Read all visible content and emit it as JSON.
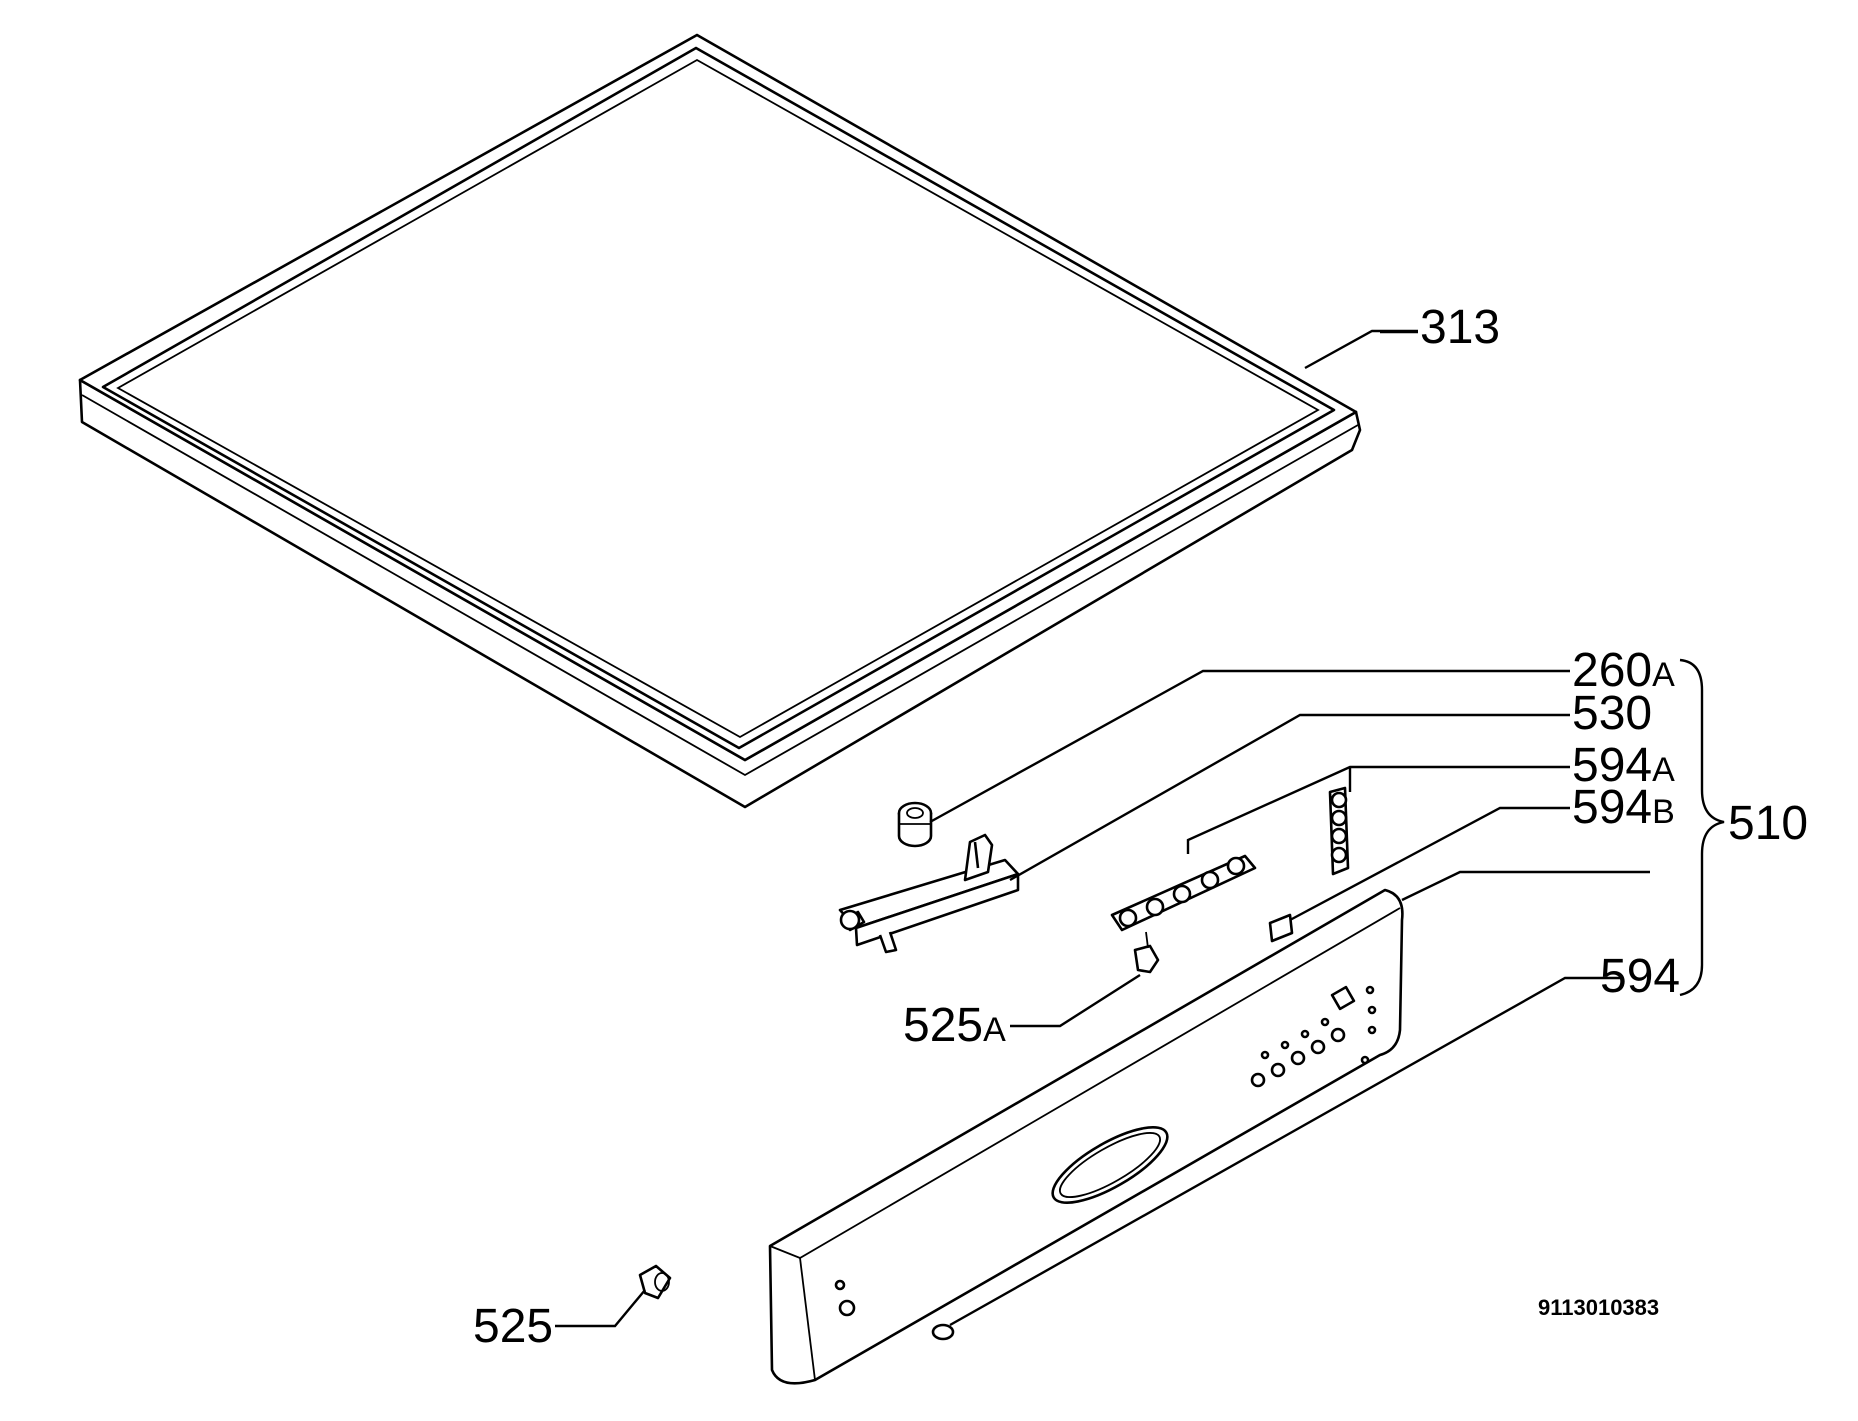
{
  "labels": {
    "l313": "313",
    "l260": "260",
    "l260_sub": "A",
    "l530": "530",
    "l594a": "594",
    "l594a_sub": "A",
    "l594b": "594",
    "l594b_sub": "B",
    "l510": "510",
    "l594": "594",
    "l525a": "525",
    "l525a_sub": "A",
    "l525": "525"
  },
  "document_number": "9113010383"
}
